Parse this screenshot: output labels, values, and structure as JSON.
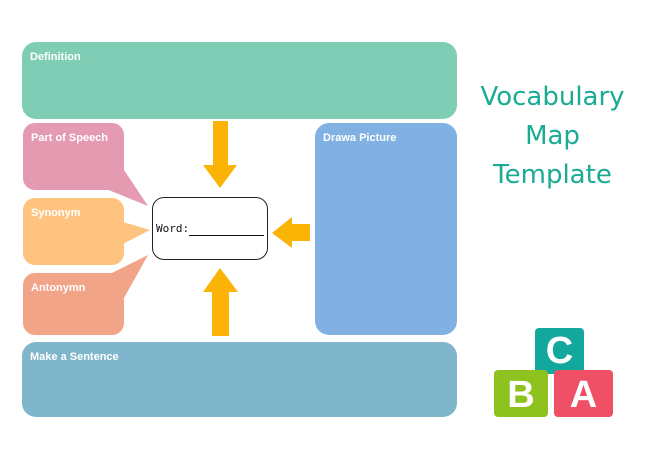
{
  "boxes": {
    "definition": "Definition",
    "part_of_speech": "Part of Speech",
    "synonym": "Synonym",
    "antonym": "Antonymn",
    "picture": "Drawa Picture",
    "sentence": "Make a Sentence"
  },
  "center": {
    "word_label": "Word:"
  },
  "title": {
    "line1": "Vocabulary",
    "line2": "Map",
    "line3": "Template"
  },
  "blocks": {
    "c": "C",
    "b": "B",
    "a": "A"
  },
  "colors": {
    "definition": "#7ecdb4",
    "part_of_speech": "#e49ab0",
    "synonym": "#fec47f",
    "antonym": "#f1a488",
    "picture": "#80b1e2",
    "sentence": "#7fb6cc",
    "arrow": "#fbb305",
    "title": "#1aab95"
  }
}
